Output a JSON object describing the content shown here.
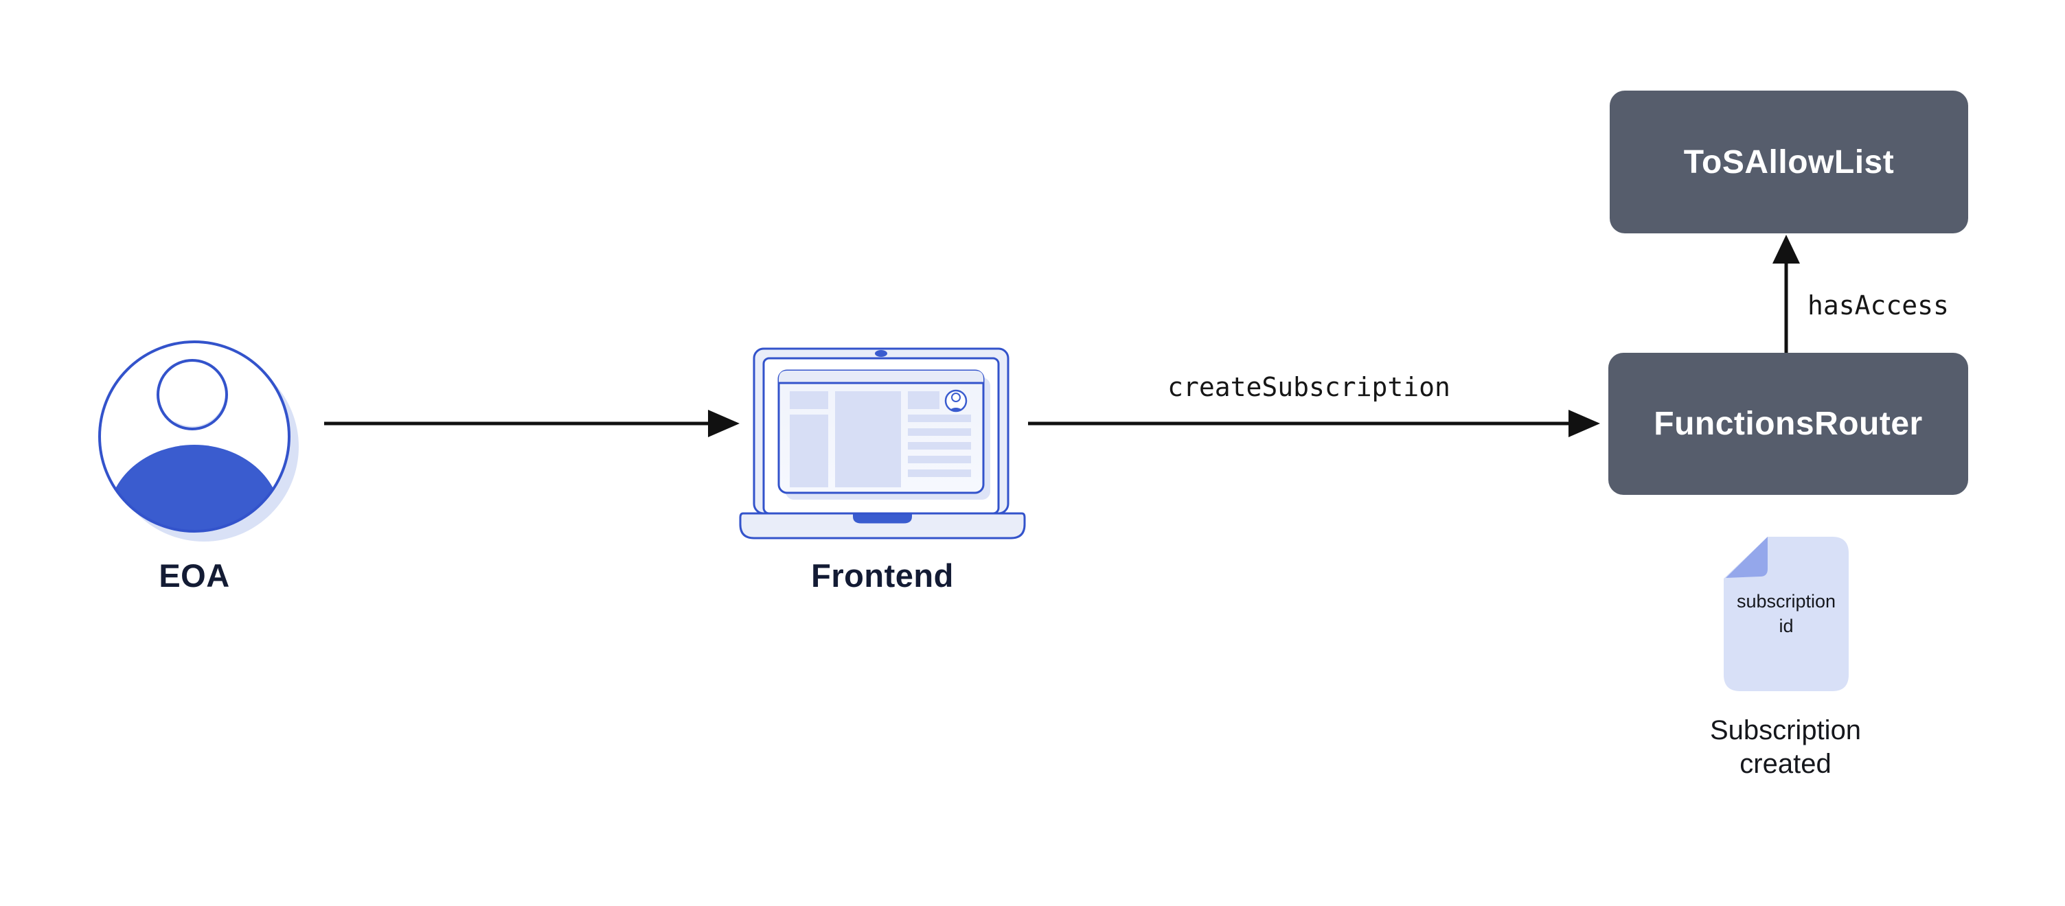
{
  "diagram": {
    "title_hint": "Functions subscription creation flow",
    "background": "#ffffff",
    "colors": {
      "contract_box_bg": "#565D6C",
      "contract_box_text": "#ffffff",
      "accent_blue": "#3A5CCF",
      "stroke_blue": "#3353CB",
      "light_lavender_fill": "#D8E0F7",
      "shadow_lavender": "#D9E1F6",
      "doc_fold": "#94A7EB",
      "label_navy": "#131B34",
      "arrow_black": "#111111"
    },
    "nodes": {
      "eoa": {
        "label": "EOA",
        "icon": "user-avatar-icon"
      },
      "frontend": {
        "label": "Frontend",
        "icon": "laptop-icon"
      },
      "functions_router": {
        "label": "FunctionsRouter"
      },
      "tos_allow_list": {
        "label": "ToSAllowList"
      },
      "subscription_doc": {
        "icon": "document-icon",
        "doc_text": "subscription id",
        "caption": "Subscription created"
      }
    },
    "edges": [
      {
        "from": "eoa",
        "to": "frontend",
        "label": ""
      },
      {
        "from": "frontend",
        "to": "functions_router",
        "label": "createSubscription"
      },
      {
        "from": "functions_router",
        "to": "tos_allow_list",
        "label": "hasAccess"
      }
    ]
  }
}
